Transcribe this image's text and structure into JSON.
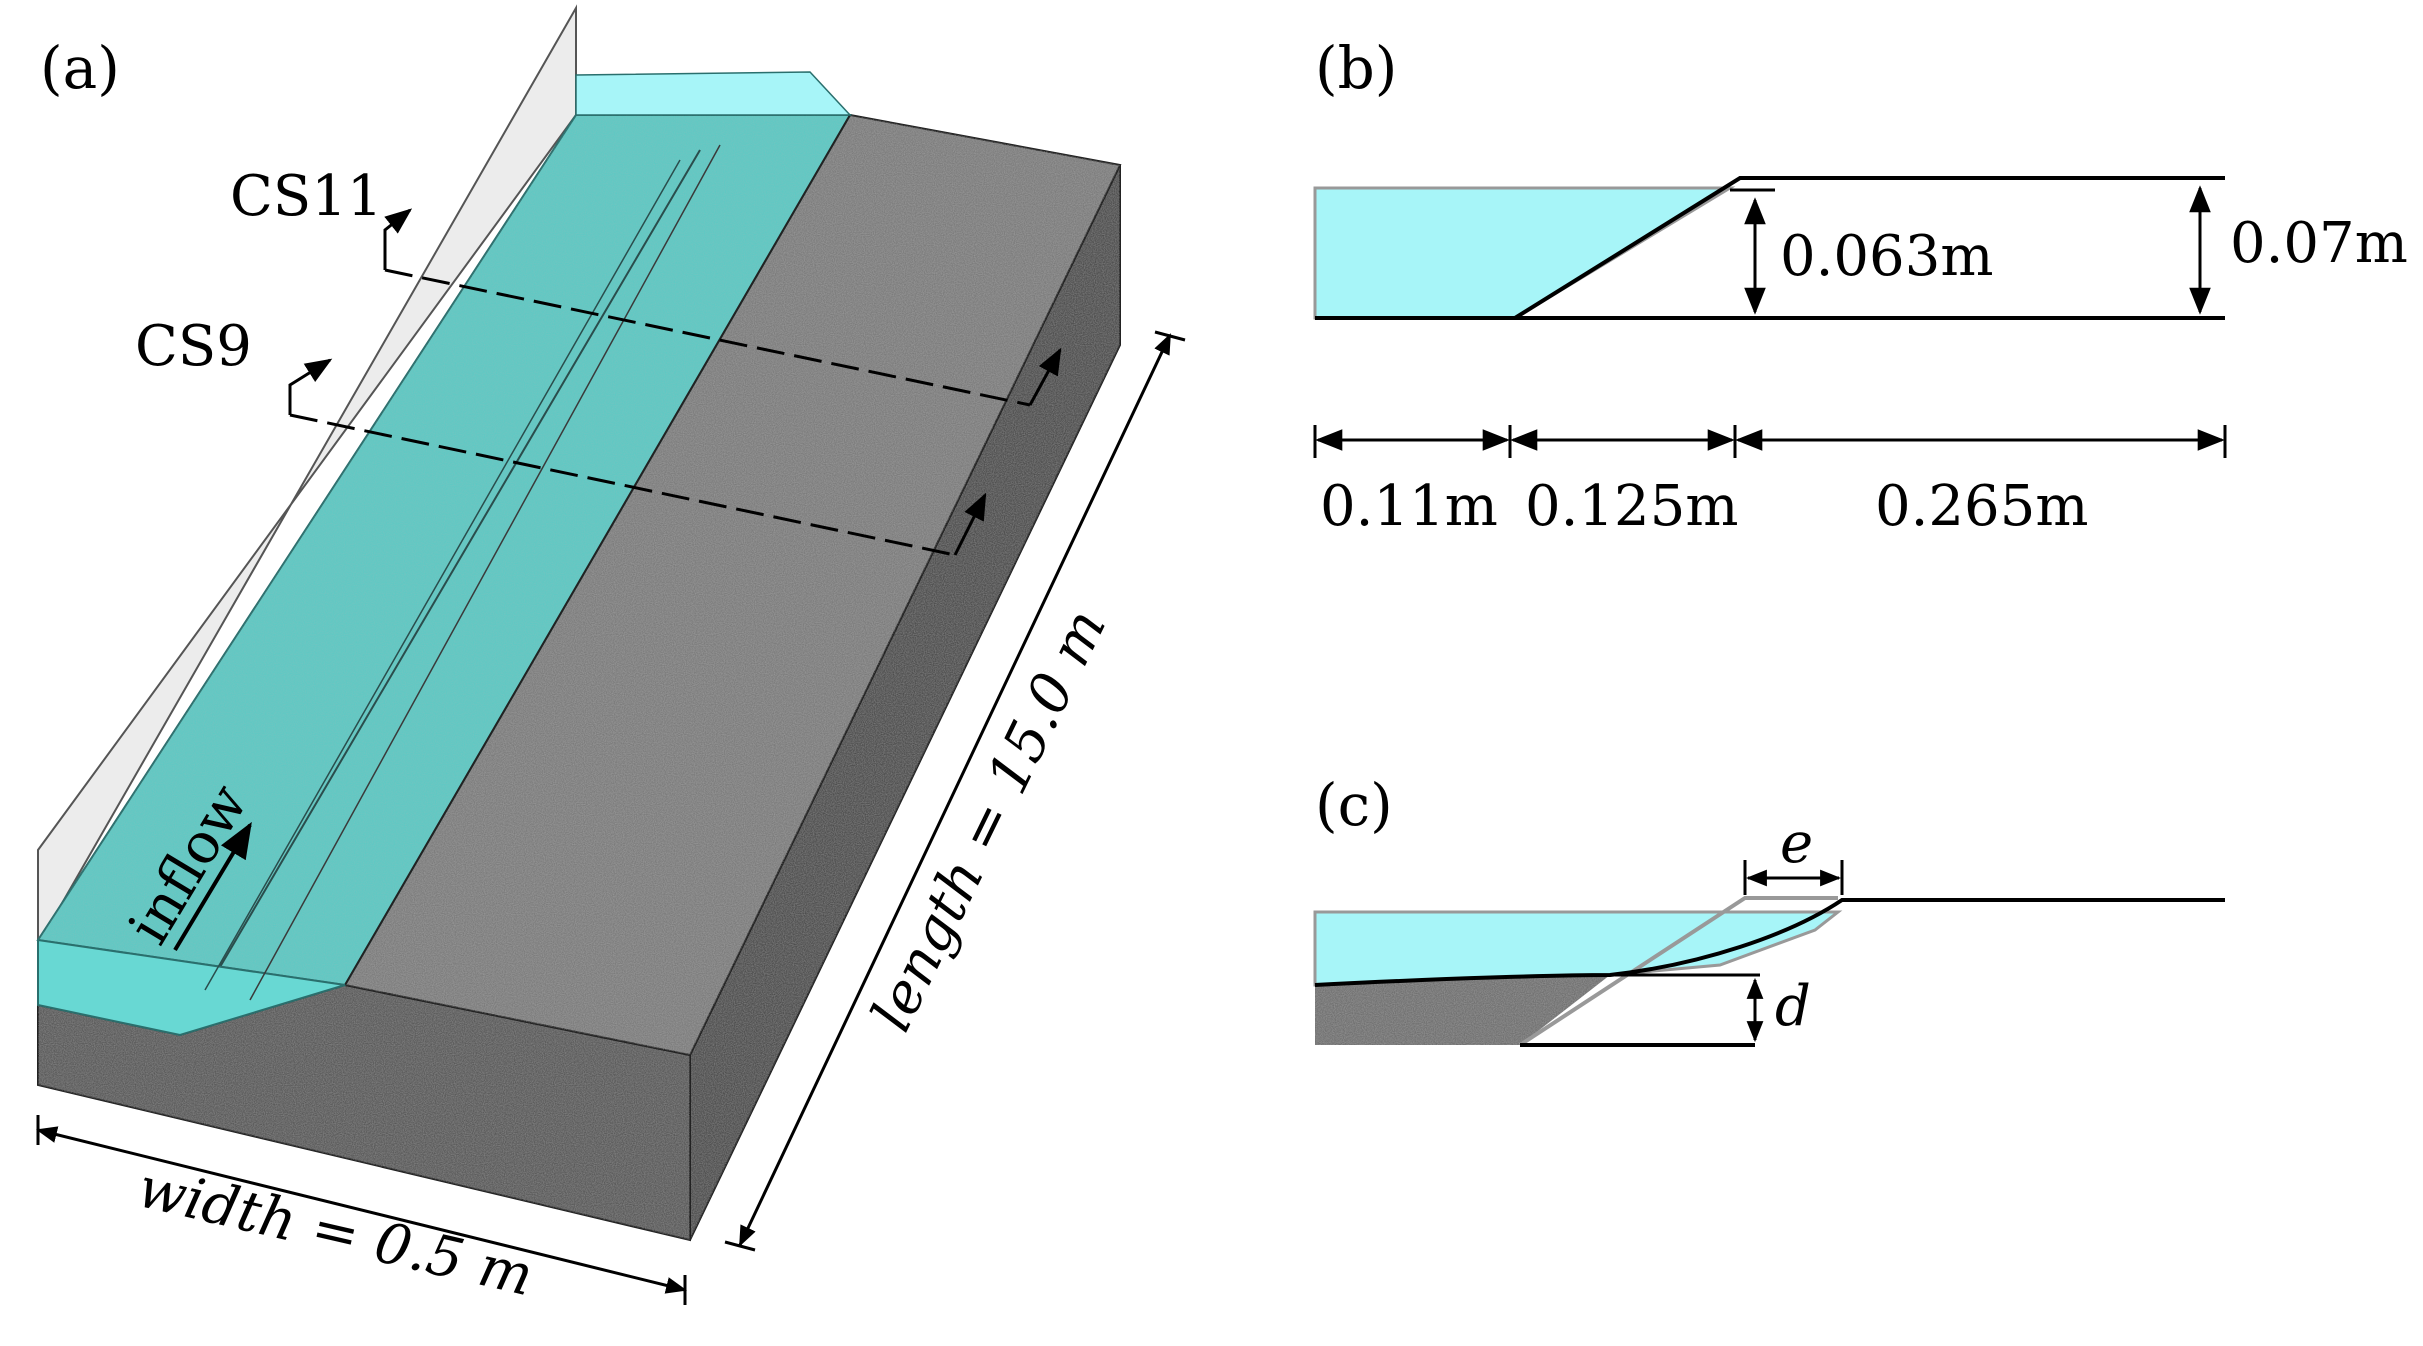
{
  "panels": {
    "a": {
      "label": "(a)",
      "sections": [
        "CS11",
        "CS9"
      ],
      "inflow": "inflow",
      "width": "width = 0.5 m",
      "length": "length = 15.0 m"
    },
    "b": {
      "label": "(b)",
      "depth_water": "0.063m",
      "depth_bank": "0.07m",
      "w1": "0.11m",
      "w2": "0.125m",
      "w3": "0.265m"
    },
    "c": {
      "label": "(c)",
      "e": "e",
      "d": "d"
    }
  },
  "colors": {
    "water": "#a7f5f8",
    "water_dark": "#5fc9c4",
    "gravel": "#7b7b7b",
    "gravel_dark": "#4a4a4a",
    "glass": "#ececec"
  }
}
